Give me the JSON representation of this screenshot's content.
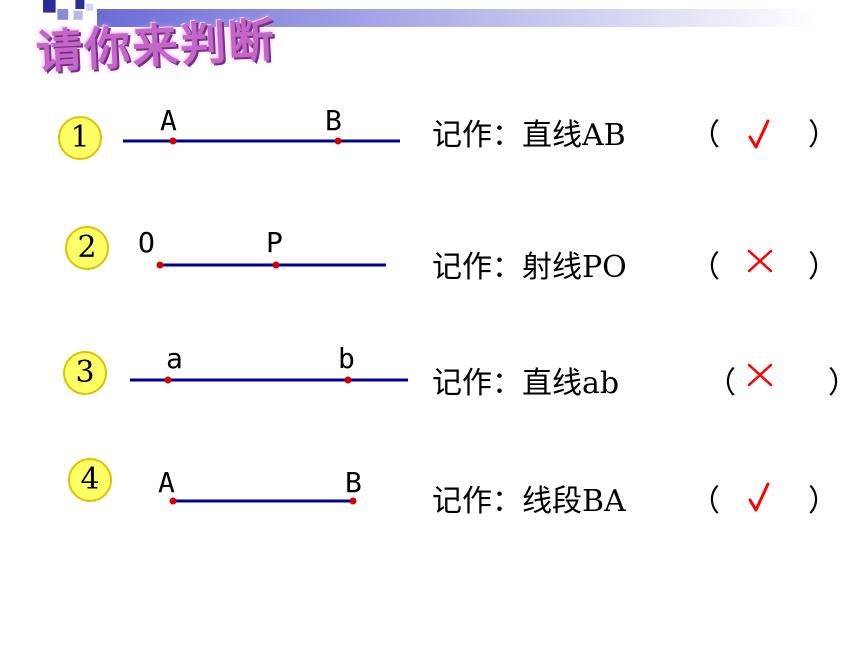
{
  "slide": {
    "title": "请你来判断",
    "accent_colors": {
      "line": "#000099",
      "point": "#d40000",
      "mark": "#ff0000",
      "circle": "#ffff66"
    }
  },
  "items": [
    {
      "number": "1",
      "points": [
        "A",
        "B"
      ],
      "statement": "记作：直线AB",
      "open": "（",
      "answer": "√",
      "close": "）",
      "answer_icon": "check-icon"
    },
    {
      "number": "2",
      "points": [
        "O",
        "P"
      ],
      "statement": "记作：射线PO",
      "open": "（",
      "answer": "×",
      "close": "）",
      "answer_icon": "cross-icon"
    },
    {
      "number": "3",
      "points": [
        "a",
        "b"
      ],
      "statement": "记作：直线ab",
      "open": "（",
      "answer": "×",
      "close": "）",
      "answer_icon": "cross-icon"
    },
    {
      "number": "4",
      "points": [
        "A",
        "B"
      ],
      "statement": "记作：线段BA",
      "open": "（",
      "answer": "√",
      "close": "）",
      "answer_icon": "check-icon"
    }
  ]
}
